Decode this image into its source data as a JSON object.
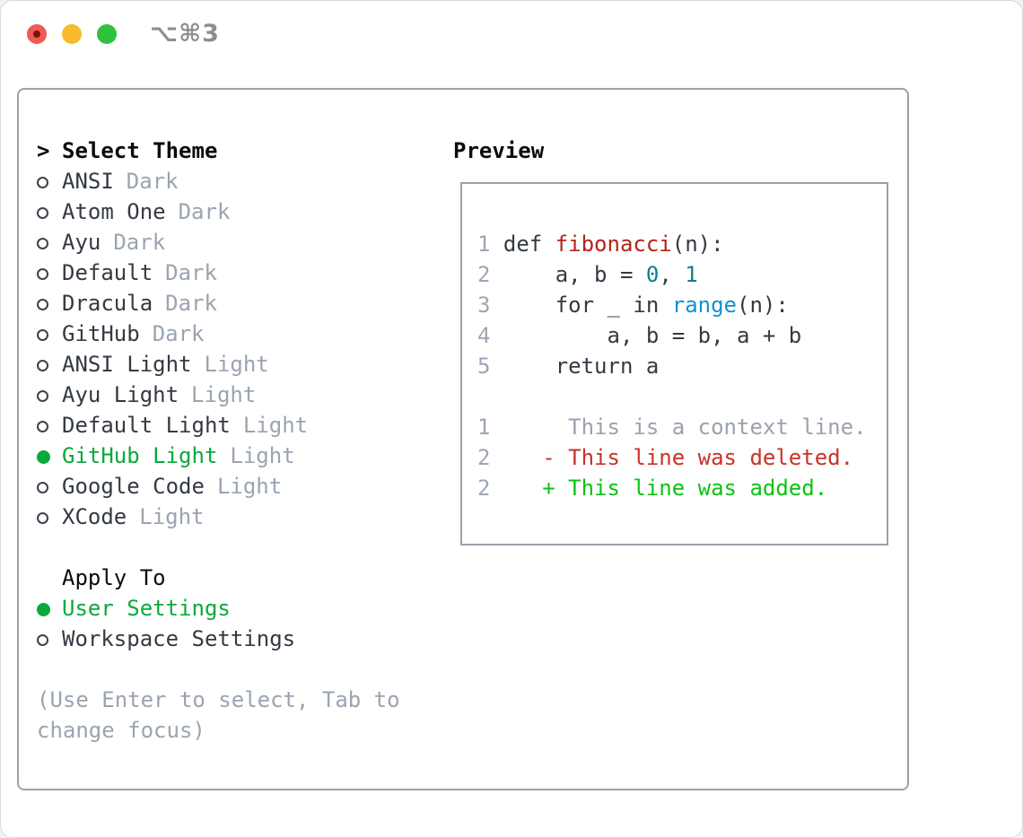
{
  "window": {
    "title": "⌥⌘3",
    "traffic_lights": [
      "close",
      "minimize",
      "zoom"
    ]
  },
  "theme_selector": {
    "prompt_char": ">",
    "heading": "Select Theme",
    "items": [
      {
        "name": "ANSI",
        "variant": "Dark",
        "selected": false
      },
      {
        "name": "Atom One",
        "variant": "Dark",
        "selected": false
      },
      {
        "name": "Ayu",
        "variant": "Dark",
        "selected": false
      },
      {
        "name": "Default",
        "variant": "Dark",
        "selected": false
      },
      {
        "name": "Dracula",
        "variant": "Dark",
        "selected": false
      },
      {
        "name": "GitHub",
        "variant": "Dark",
        "selected": false
      },
      {
        "name": "ANSI Light",
        "variant": "Light",
        "selected": false
      },
      {
        "name": "Ayu Light",
        "variant": "Light",
        "selected": false
      },
      {
        "name": "Default Light",
        "variant": "Light",
        "selected": false
      },
      {
        "name": "GitHub Light",
        "variant": "Light",
        "selected": true
      },
      {
        "name": "Google Code",
        "variant": "Light",
        "selected": false
      },
      {
        "name": "XCode",
        "variant": "Light",
        "selected": false
      }
    ]
  },
  "apply_to": {
    "heading": "Apply To",
    "options": [
      {
        "name": "User Settings",
        "selected": true
      },
      {
        "name": "Workspace Settings",
        "selected": false
      }
    ]
  },
  "hint": "(Use Enter to select, Tab to change focus)",
  "preview": {
    "heading": "Preview",
    "lines": [
      {
        "num": "1",
        "tokens": [
          {
            "t": "def ",
            "s": "code"
          },
          {
            "t": "fibonacci",
            "s": "func"
          },
          {
            "t": "(n):",
            "s": "code"
          }
        ]
      },
      {
        "num": "2",
        "tokens": [
          {
            "t": "    a, b = ",
            "s": "code"
          },
          {
            "t": "0",
            "s": "num"
          },
          {
            "t": ", ",
            "s": "code"
          },
          {
            "t": "1",
            "s": "num"
          }
        ]
      },
      {
        "num": "3",
        "tokens": [
          {
            "t": "    for _ in ",
            "s": "code"
          },
          {
            "t": "range",
            "s": "builtin"
          },
          {
            "t": "(n):",
            "s": "code"
          }
        ]
      },
      {
        "num": "4",
        "tokens": [
          {
            "t": "        a, b = b, a + b",
            "s": "code"
          }
        ]
      },
      {
        "num": "5",
        "tokens": [
          {
            "t": "    return a",
            "s": "code"
          }
        ]
      },
      {
        "num": "",
        "tokens": []
      },
      {
        "num": "1",
        "tokens": [
          {
            "t": "     This is a context line.",
            "s": "ctx"
          }
        ]
      },
      {
        "num": "2",
        "tokens": [
          {
            "t": "   - This line was deleted.",
            "s": "del"
          }
        ]
      },
      {
        "num": "2",
        "tokens": [
          {
            "t": "   + This line was added.",
            "s": "add"
          }
        ]
      }
    ]
  },
  "colors": {
    "selected_green": "#0ba93c",
    "diff_added_green": "#0cc214",
    "diff_deleted_red": "#c9322a",
    "context_gray": "#9aa2ad",
    "function_red": "#b2251b",
    "builtin_blue": "#0f93cf",
    "number_teal": "#0e7f8c",
    "text_dark": "#343a43",
    "muted_gray": "#9aa4b1",
    "panel_border": "#99a1ad",
    "traffic_red": "#ef5a52",
    "traffic_yellow": "#f8b92c",
    "traffic_green": "#30c23d"
  }
}
